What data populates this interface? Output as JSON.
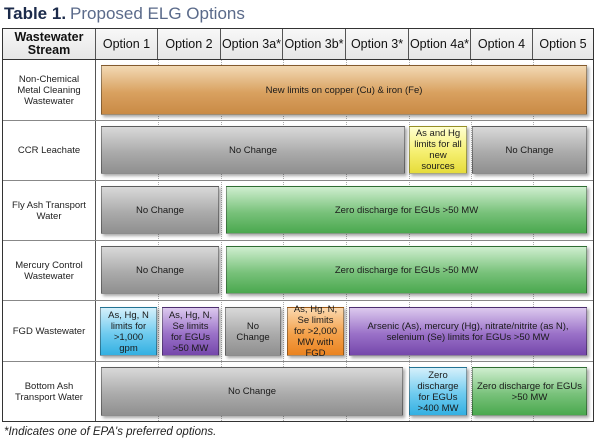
{
  "title": {
    "label": "Table 1.",
    "text": "Proposed ELG Options"
  },
  "header": {
    "stream": "Wastewater Stream",
    "options": [
      "Option 1",
      "Option 2",
      "Option 3a*",
      "Option 3b*",
      "Option 3*",
      "Option 4a*",
      "Option 4",
      "Option 5"
    ]
  },
  "rows": [
    {
      "label": "Non-Chemical Metal Cleaning Wastewater"
    },
    {
      "label": "CCR Leachate"
    },
    {
      "label": "Fly Ash Transport Water"
    },
    {
      "label": "Mercury Control Wastewater"
    },
    {
      "label": "FGD Wastewater"
    },
    {
      "label": "Bottom Ash Transport Water"
    }
  ],
  "cells": {
    "r0": [
      "New limits on copper (Cu) & iron (Fe)"
    ],
    "r1": [
      "No Change",
      "As and Hg limits for all new sources",
      "No Change"
    ],
    "r2": [
      "No Change",
      "Zero discharge for EGUs >50 MW"
    ],
    "r3": [
      "No Change",
      "Zero discharge for EGUs >50 MW"
    ],
    "r4": [
      "As, Hg, N limits for >1,000 gpm",
      "As, Hg, N, Se limits for EGUs >50 MW",
      "No Change",
      "As, Hg, N, Se limits for >2,000 MW with FGD",
      "Arsenic (As), mercury (Hg), nitrate/nitrite (as N), selenium (Se) limits for EGUs >50 MW"
    ],
    "r5": [
      "No Change",
      "Zero discharge for EGUs >400 MW",
      "Zero discharge for EGUs >50 MW"
    ]
  },
  "colors": {
    "tan": "#d9a160",
    "gray": "#ababab",
    "green": "#79c27b",
    "yellow": "#f5ef70",
    "blue": "#6fcbef",
    "purple": "#9a71c8",
    "orange": "#f4a14a"
  },
  "footnote": "*Indicates one of EPA's preferred options."
}
